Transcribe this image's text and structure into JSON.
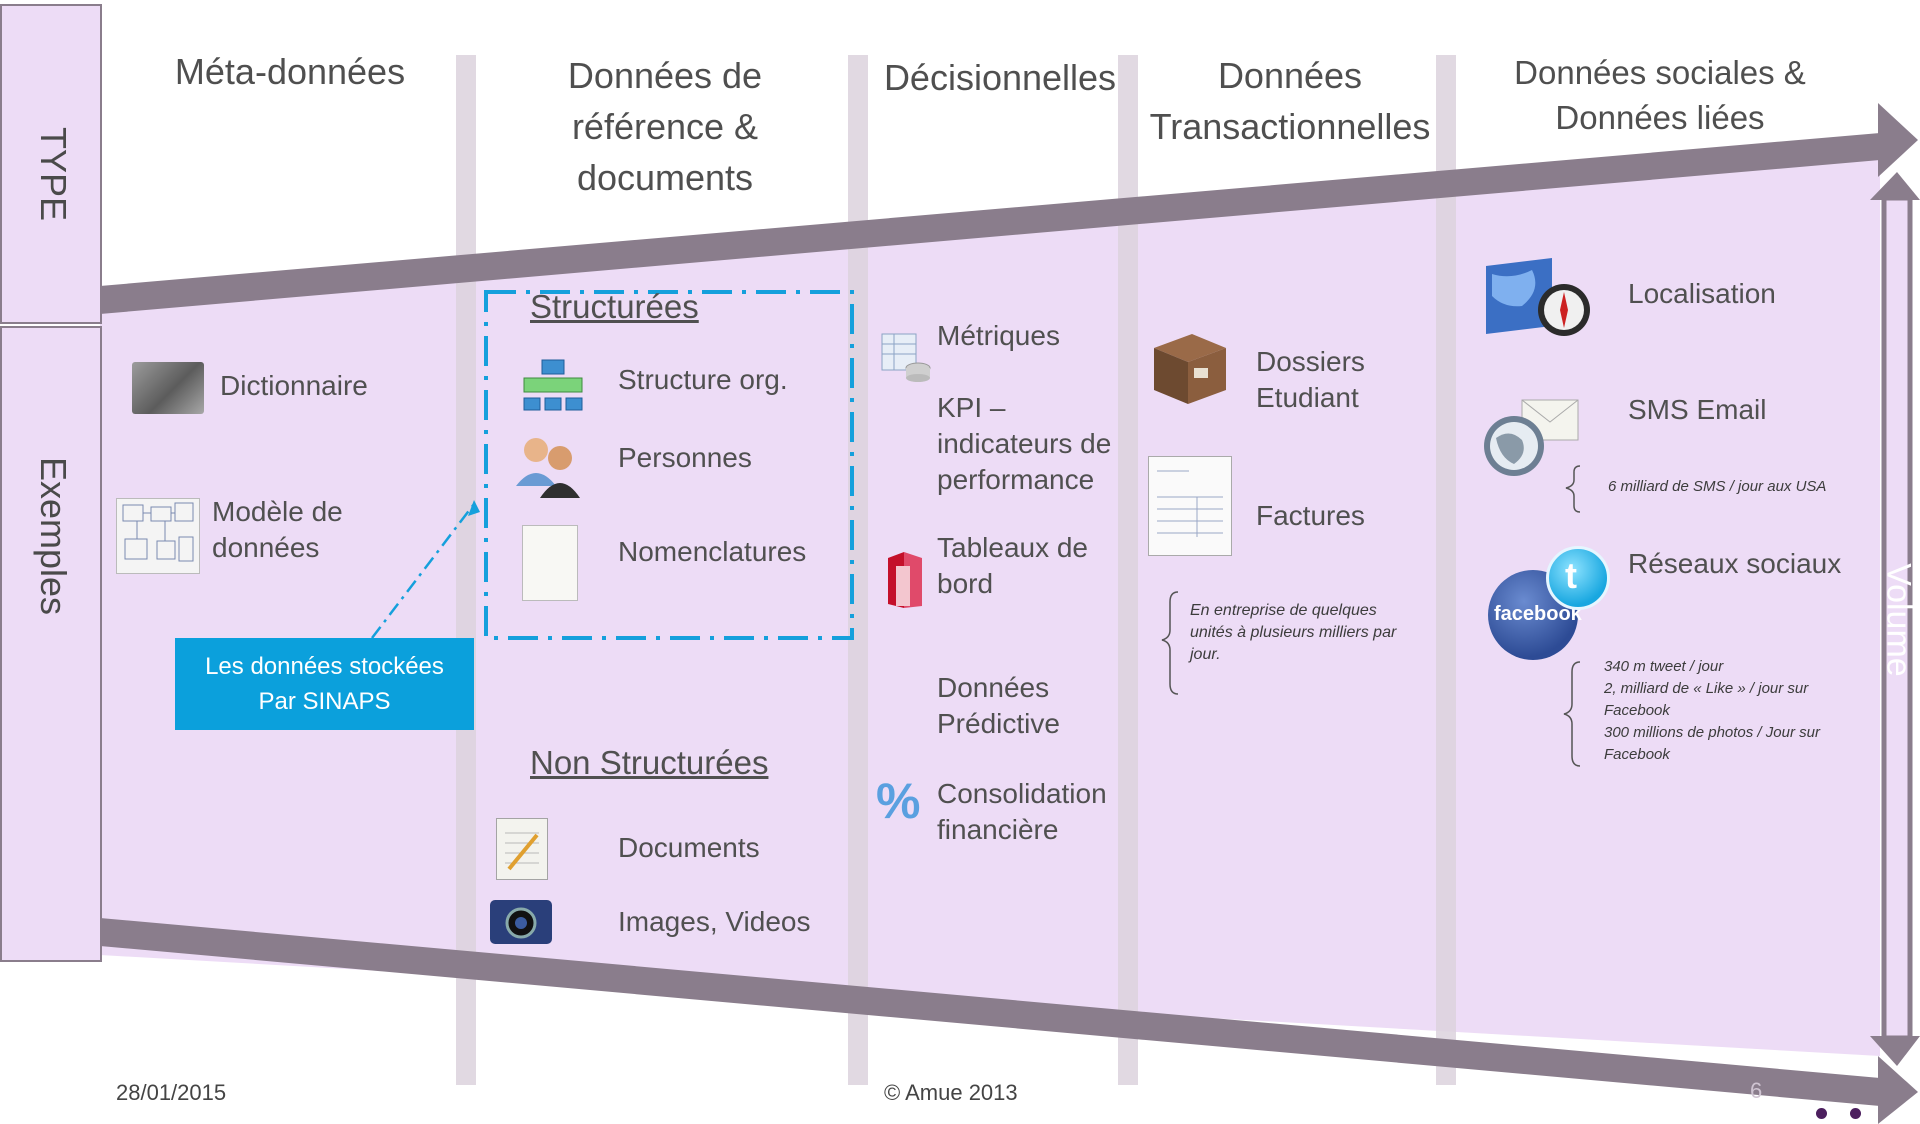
{
  "side_labels": {
    "type": "TYPE",
    "examples": "Exemples",
    "volume": "Volume"
  },
  "columns": [
    {
      "title_lines": [
        "Méta-données"
      ]
    },
    {
      "title_lines": [
        "Données de",
        "référence &",
        "documents"
      ]
    },
    {
      "title_lines": [
        "Décisionnelles"
      ]
    },
    {
      "title_lines": [
        "Données",
        "Transactionnelles"
      ]
    },
    {
      "title_lines": [
        "Données sociales  &",
        "Données liées"
      ]
    }
  ],
  "meta": {
    "dictionary": "Dictionnaire",
    "model": [
      "Modèle de",
      "données"
    ]
  },
  "reference": {
    "structured": "Structurées",
    "items": [
      "Structure org.",
      "Personnes",
      "Nomenclatures"
    ],
    "unstructured": "Non Structurées",
    "unstructured_items": [
      "Documents",
      "Images, Videos"
    ]
  },
  "callout": [
    "Les données stockées",
    "Par SINAPS"
  ],
  "decision": {
    "metrics": "Métriques",
    "kpi": [
      "KPI –",
      "indicateurs de",
      "performance"
    ],
    "dashboards": [
      "Tableaux de",
      "bord"
    ],
    "predictive": [
      "Données",
      "Prédictive"
    ],
    "consolidation": [
      "Consolidation",
      "financière"
    ]
  },
  "transactional": {
    "files": [
      "Dossiers",
      "Etudiant"
    ],
    "invoices": "Factures",
    "note": "En entreprise de quelques unités à plusieurs milliers par jour."
  },
  "social": {
    "location": "Localisation",
    "sms_email": "SMS  Email",
    "sms_note": "6 milliard de SMS / jour aux USA",
    "social_networks": "Réseaux sociaux",
    "social_notes": [
      "340 m tweet / jour",
      "2, milliard de « Like » / jour sur",
      "Facebook",
      "300 millions de photos / Jour sur",
      "Facebook"
    ],
    "facebook_logo": "facebook"
  },
  "footer": {
    "date": "28/01/2015",
    "copyright": "© Amue 2013",
    "page": "6"
  },
  "colors": {
    "fill": "#eddcf6",
    "arrow": "#8a7d8c",
    "accent": "#0ba0dc",
    "separator": "#d8d0d9"
  }
}
